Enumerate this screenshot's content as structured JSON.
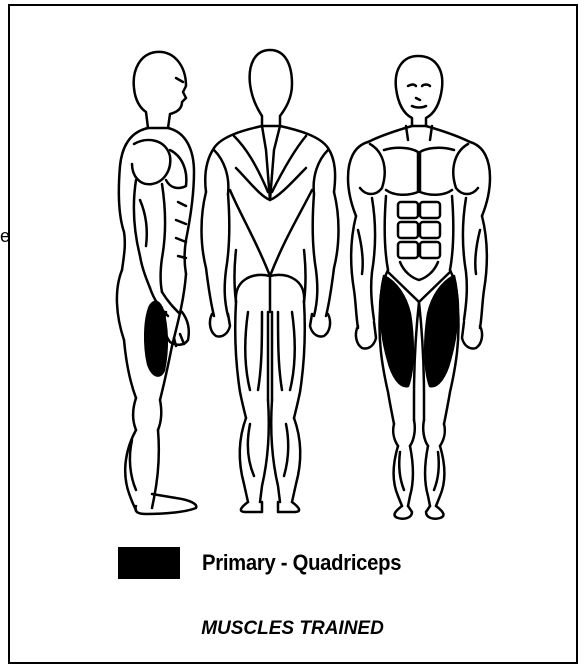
{
  "edge_fragment": "e",
  "legend": {
    "swatch_color": "#000000",
    "label": "Primary - Quadriceps"
  },
  "caption": "MUSCLES TRAINED",
  "figures": [
    "side-view",
    "back-view",
    "front-view"
  ]
}
